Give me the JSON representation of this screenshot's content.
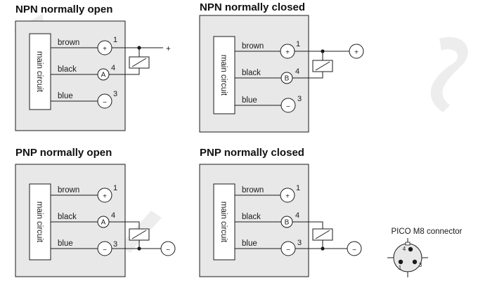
{
  "panels": [
    {
      "title": "NPN normally open",
      "main_label": "main circuit",
      "wires": [
        {
          "label": "brown",
          "pin": "1",
          "symbol": "+"
        },
        {
          "label": "black",
          "pin": "4",
          "symbol": "A"
        },
        {
          "label": "blue",
          "pin": "3",
          "symbol": "−"
        }
      ],
      "supply_label": "+"
    },
    {
      "title": "NPN normally closed",
      "main_label": "main circuit",
      "wires": [
        {
          "label": "brown",
          "pin": "1",
          "symbol": "+"
        },
        {
          "label": "black",
          "pin": "4",
          "symbol": "B"
        },
        {
          "label": "blue",
          "pin": "3",
          "symbol": "−"
        }
      ],
      "supply_symbol": "+"
    },
    {
      "title": "PNP normally open",
      "main_label": "main circuit",
      "wires": [
        {
          "label": "brown",
          "pin": "1",
          "symbol": "+"
        },
        {
          "label": "black",
          "pin": "4",
          "symbol": "A"
        },
        {
          "label": "blue",
          "pin": "3",
          "symbol": "−"
        }
      ],
      "supply_symbol": "−"
    },
    {
      "title": "PNP normally closed",
      "main_label": "main circuit",
      "wires": [
        {
          "label": "brown",
          "pin": "1",
          "symbol": "+"
        },
        {
          "label": "black",
          "pin": "4",
          "symbol": "B"
        },
        {
          "label": "blue",
          "pin": "3",
          "symbol": "−"
        }
      ],
      "supply_symbol": "−"
    }
  ],
  "connector": {
    "caption": "PICO M8 connector",
    "pins": [
      "4",
      "1",
      "3"
    ]
  },
  "colors": {
    "panel_fill": "#e8e8e8",
    "line": "#1a1a1a",
    "text": "#111111"
  }
}
